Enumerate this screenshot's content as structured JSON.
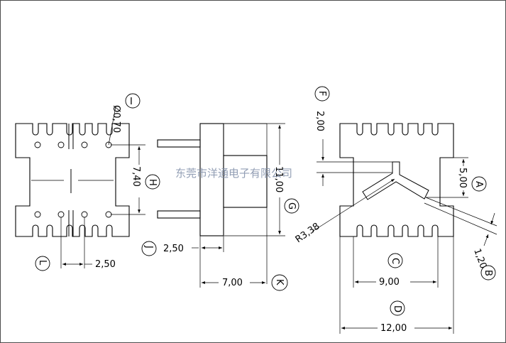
{
  "labels": {
    "dims": {
      "hole_dia": "Ø0,70",
      "row_gap": "7,40",
      "pitch": "2,50",
      "pin_len": "2,50",
      "depth": "7,00",
      "height": "11,00",
      "top_step": "2,00",
      "side_step": "5,00",
      "radius": "R3,38",
      "wall": "1,20",
      "inner_w": "9,00",
      "outer_w": "12,00"
    },
    "callouts": {
      "a": "A",
      "b": "B",
      "c": "C",
      "d": "D",
      "f": "F",
      "g": "G",
      "h": "H",
      "i": "I",
      "j": "J",
      "k": "K",
      "l": "L"
    },
    "watermark": "东莞市洋通电子有限公司"
  }
}
